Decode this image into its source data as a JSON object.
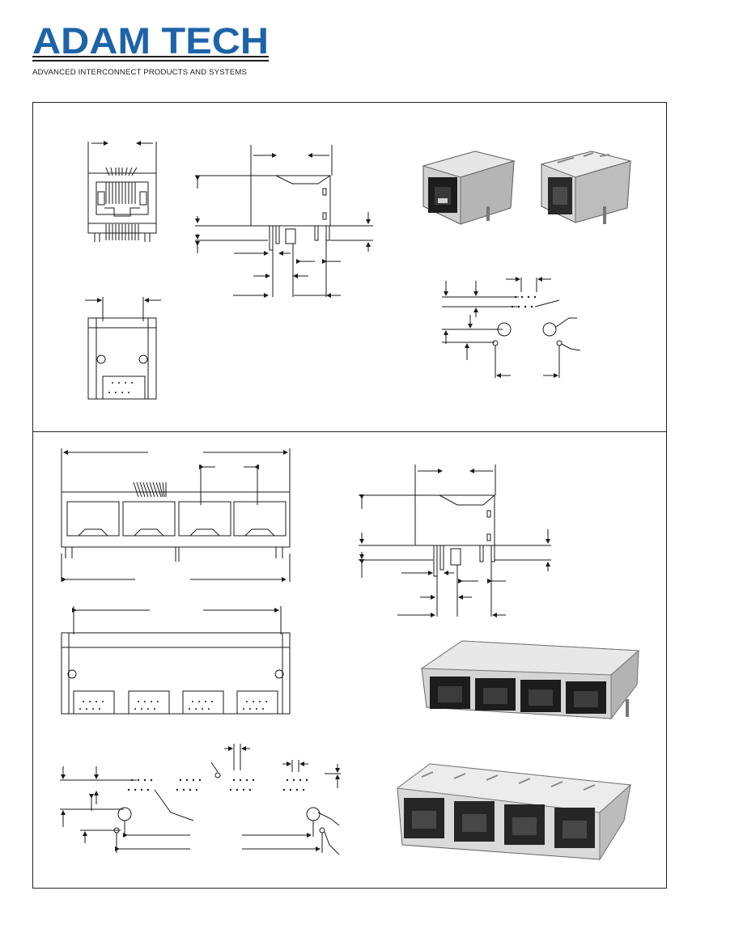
{
  "brand": {
    "logo_text": "ADAM TECH",
    "tagline": "ADVANCED INTERCONNECT PRODUCTS AND SYSTEMS",
    "logo_color": "#1d63a8",
    "rule_color": "#1b1b1b"
  },
  "colors": {
    "line": "#1a1a1a",
    "photo_shell": "#d3d3d3",
    "photo_shade": "#9a9a9a",
    "photo_dark": "#1c1c1c",
    "page_bg": "#ffffff"
  },
  "sections": [
    {
      "id": "single-port",
      "description_shown": false
    },
    {
      "id": "quad-port",
      "description_shown": false
    }
  ]
}
